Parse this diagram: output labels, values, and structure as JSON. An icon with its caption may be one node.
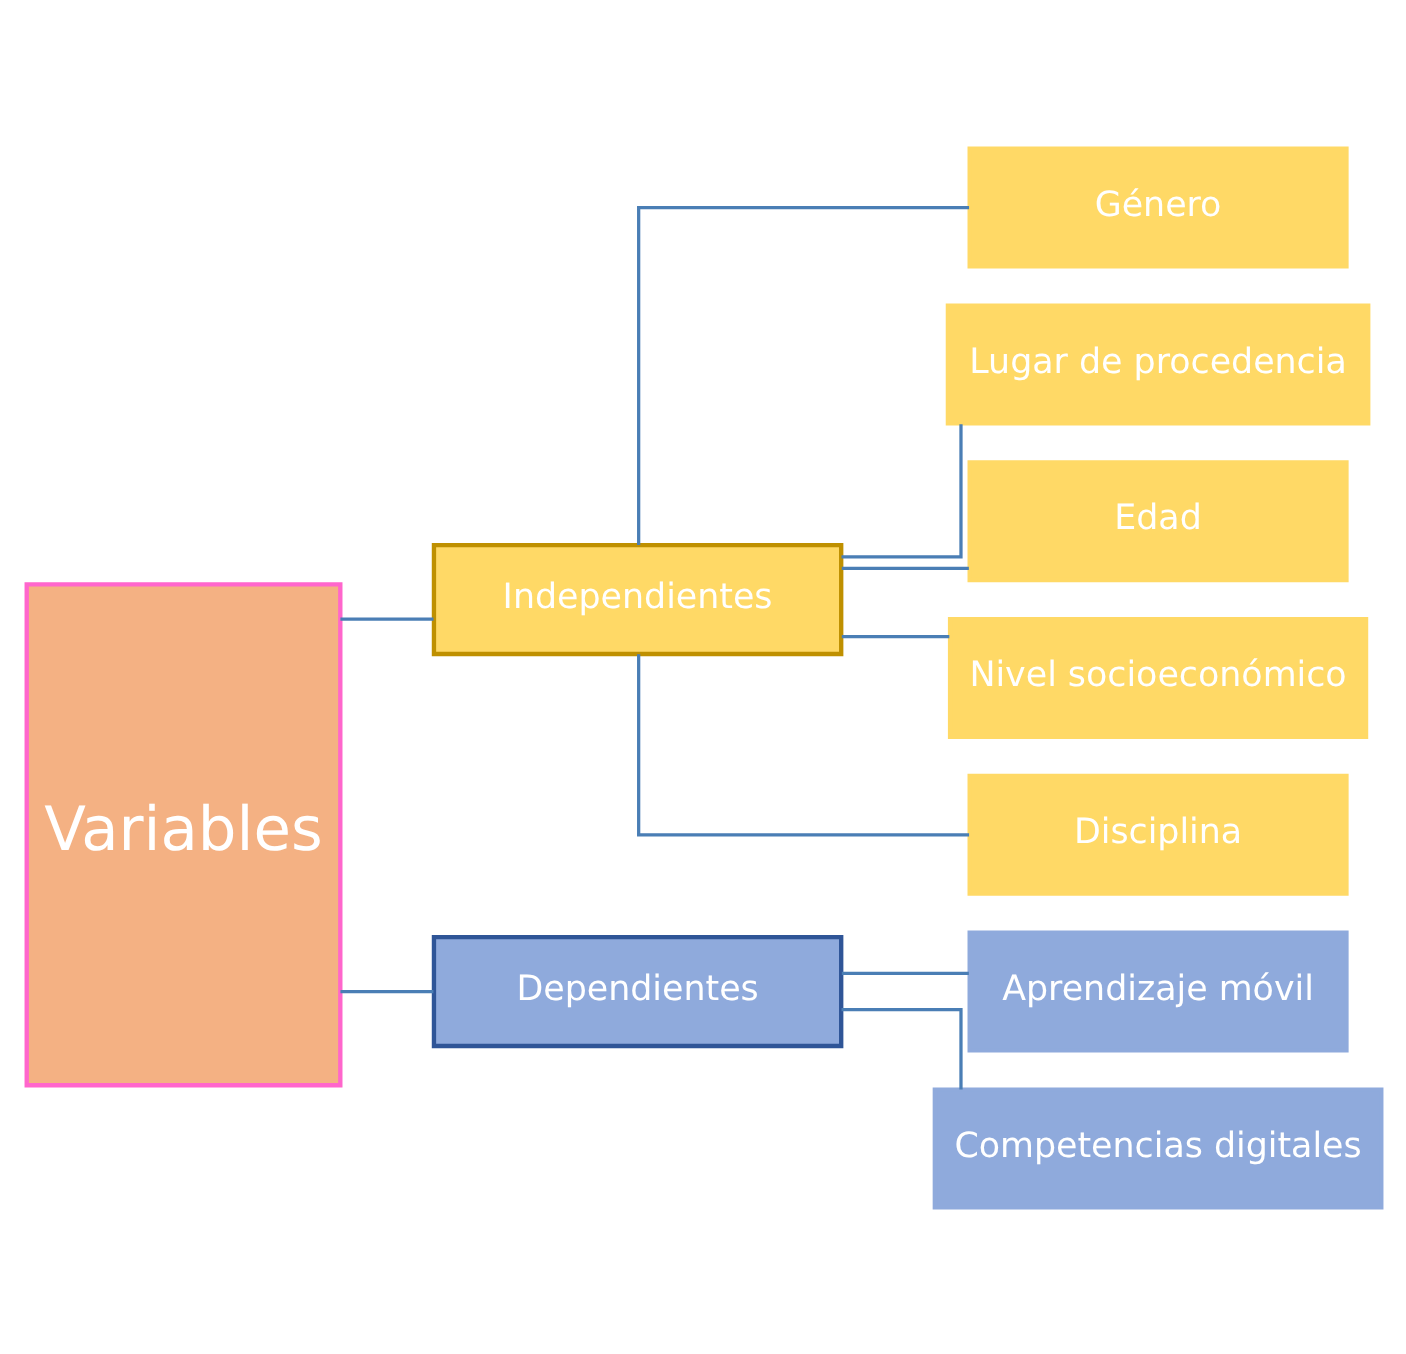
{
  "diagram": {
    "nodes": [
      {
        "text": [
          "Variables"
        ]
      },
      {
        "text": [
          "Independientes"
        ]
      },
      {
        "text": [
          "Dependientes"
        ]
      },
      {
        "text": [
          "Género"
        ]
      },
      {
        "text": [
          "Lugar de procedencia"
        ]
      },
      {
        "text": [
          "Edad"
        ]
      },
      {
        "text": [
          "Nivel socioeconómico"
        ]
      },
      {
        "text": [
          "Disciplina"
        ]
      },
      {
        "text": [
          "Aprendizaje móvil"
        ]
      },
      {
        "text": [
          "Competencias digitales"
        ]
      }
    ],
    "edges": [
      {
        "from": 0,
        "to": 1,
        "arrow": "none"
      },
      {
        "from": 0,
        "to": 2,
        "arrow": "none"
      },
      {
        "from": 1,
        "to": 3,
        "arrow": "none"
      },
      {
        "from": 1,
        "to": 4,
        "arrow": "none"
      },
      {
        "from": 1,
        "to": 5,
        "arrow": "none"
      },
      {
        "from": 1,
        "to": 6,
        "arrow": "none"
      },
      {
        "from": 1,
        "to": 7,
        "arrow": "none"
      },
      {
        "from": 2,
        "to": 8,
        "arrow": "none"
      },
      {
        "from": 2,
        "to": 9,
        "arrow": "none"
      }
    ]
  }
}
